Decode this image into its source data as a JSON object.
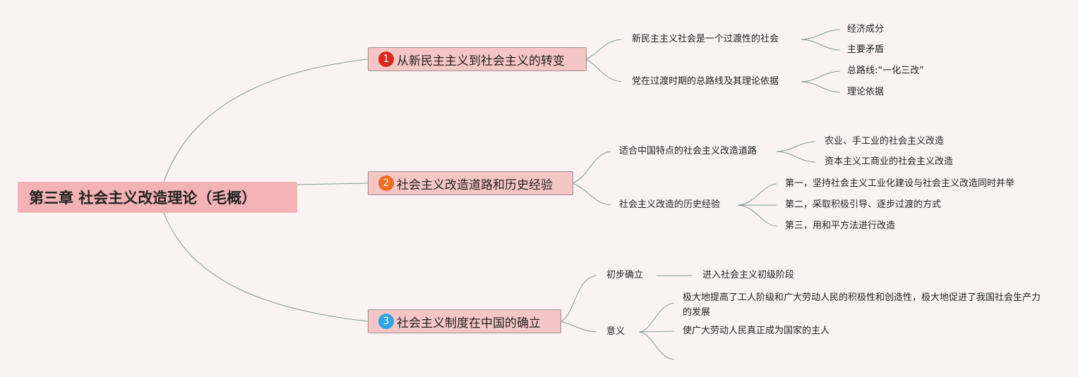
{
  "root": {
    "title": "第三章 社会主义改造理论（毛概）"
  },
  "colors": {
    "badge1": "#d9281c",
    "badge2": "#ee6d1f",
    "badge3": "#2ea4e4",
    "line": "#7f9c93"
  },
  "branches": [
    {
      "num": "1",
      "label": "从新民主主义到社会主义的转变",
      "children": [
        {
          "label": "新民主主义社会是一个过渡性的社会",
          "children": [
            "经济成分",
            "主要矛盾"
          ]
        },
        {
          "label": "党在过渡时期的总路线及其理论依据",
          "children": [
            "总路线:“一化三改”",
            "理论依据"
          ]
        }
      ]
    },
    {
      "num": "2",
      "label": "社会主义改造道路和历史经验",
      "children": [
        {
          "label": "适合中国特点的社会主义改造道路",
          "children": [
            "农业、手工业的社会主义改造",
            "资本主义工商业的社会主义改造"
          ]
        },
        {
          "label": "社会主义改造的历史经验",
          "children": [
            "第一，坚持社会主义工业化建设与社会主义改造同时并举",
            "第二，采取积极引导、逐步过渡的方式",
            "第三，用和平方法进行改造"
          ]
        }
      ]
    },
    {
      "num": "3",
      "label": "社会主义制度在中国的确立",
      "children": [
        {
          "label": "初步确立",
          "children": [
            "进入社会主义初级阶段"
          ]
        },
        {
          "label": "意义",
          "children": [
            "极大地提高了工人阶级和广大劳动人民的积极性和创造性，极大地促进了我国社会生产力的发展",
            "使广大劳动人民真正成为国家的主人"
          ]
        }
      ]
    }
  ]
}
